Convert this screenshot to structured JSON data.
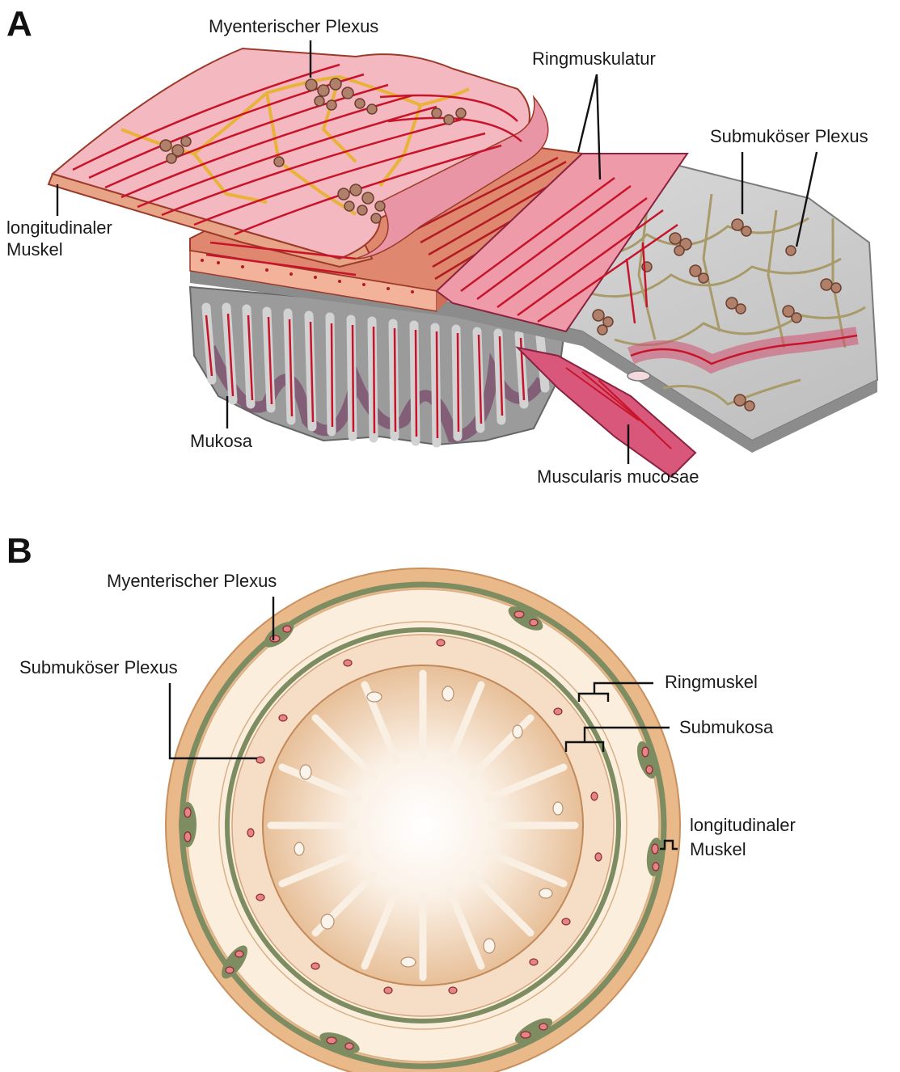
{
  "panel_a": {
    "letter": "A",
    "labels": {
      "myenteric": "Myenterischer Plexus",
      "ring_muscle": "Ringmuskulatur",
      "submucous": "Submuköser Plexus",
      "longitudinal_1": "longitudinaler",
      "longitudinal_2": "Muskel",
      "mucosa": "Mukosa",
      "muscularis_mucosae": "Muscularis mucosae"
    }
  },
  "panel_b": {
    "letter": "B",
    "labels": {
      "myenteric": "Myenterischer Plexus",
      "submucous": "Submuköser Plexus",
      "ring_muscle": "Ringmuskel",
      "submucosa": "Submukosa",
      "longitudinal_1": "longitudinaler",
      "longitudinal_2": "Muskel"
    }
  },
  "colors": {
    "muscle_pink": "#f2b6c0",
    "muscle_red": "#c8142a",
    "outer_layer": "#e9b98a",
    "plexus_green": "#7e8c62",
    "submucosa_grey": "#cfcfcf",
    "mucosa_core": "#f1d8bf"
  }
}
